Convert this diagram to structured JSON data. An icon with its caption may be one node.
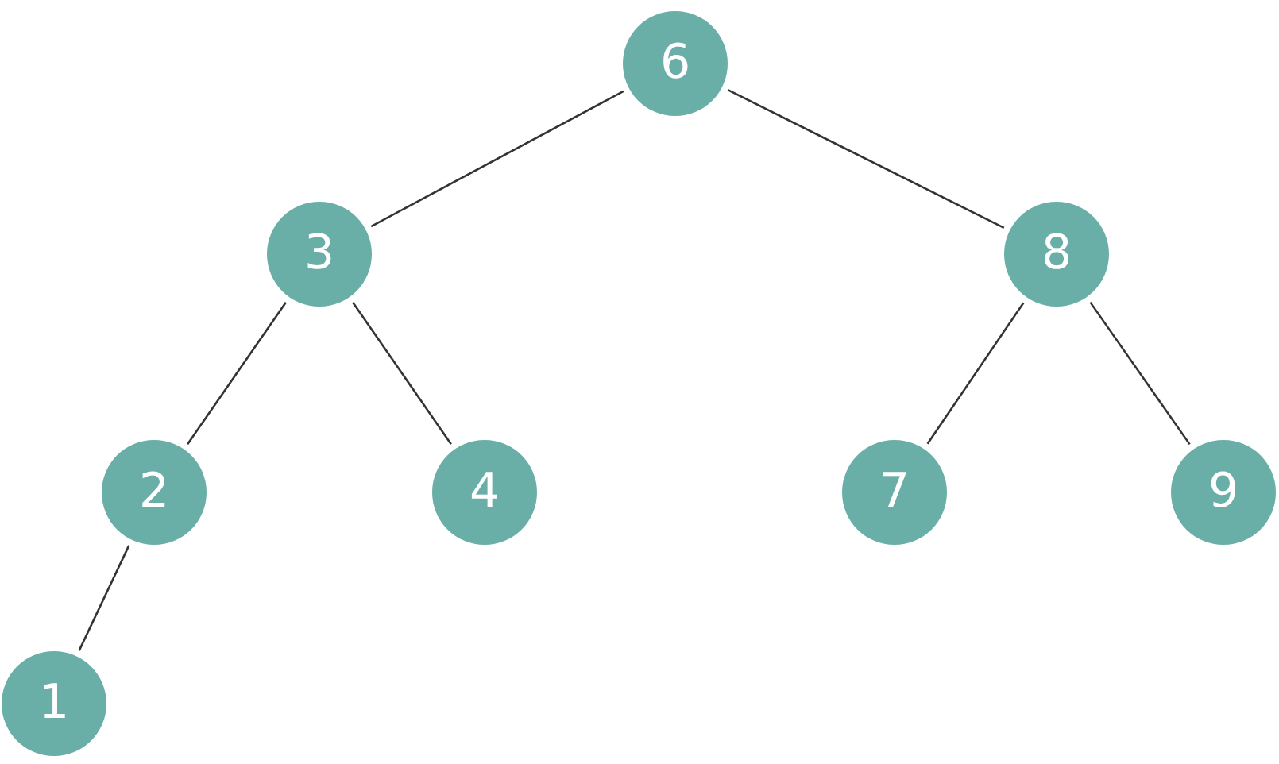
{
  "diagram": {
    "nodes": [
      {
        "text": [
          "6"
        ]
      },
      {
        "text": [
          "3"
        ]
      },
      {
        "text": [
          "8"
        ]
      },
      {
        "text": [
          "2"
        ]
      },
      {
        "text": [
          "4"
        ]
      },
      {
        "text": [
          "7"
        ]
      },
      {
        "text": [
          "9"
        ]
      },
      {
        "text": [
          "1"
        ]
      }
    ],
    "edges": [
      {
        "from": 0,
        "to": 1,
        "arrow": "none"
      },
      {
        "from": 0,
        "to": 2,
        "arrow": "none"
      },
      {
        "from": 1,
        "to": 3,
        "arrow": "none"
      },
      {
        "from": 1,
        "to": 4,
        "arrow": "none"
      },
      {
        "from": 2,
        "to": 5,
        "arrow": "none"
      },
      {
        "from": 2,
        "to": 6,
        "arrow": "none"
      },
      {
        "from": 3,
        "to": 7,
        "arrow": "none"
      }
    ]
  }
}
